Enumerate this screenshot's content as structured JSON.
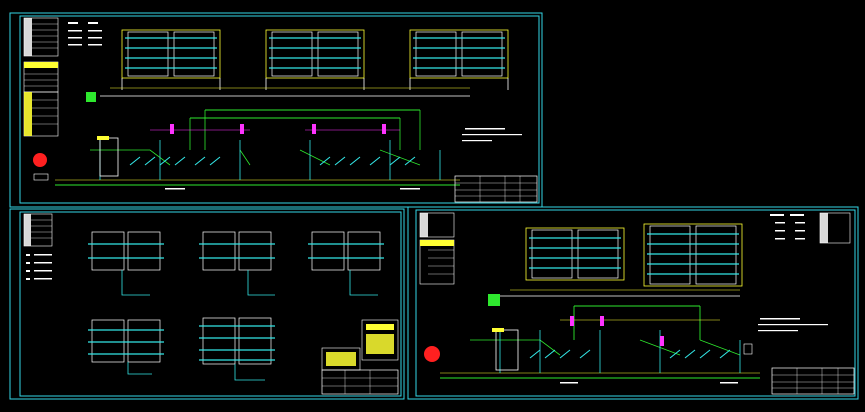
{
  "app": {
    "title": "",
    "view": "model-space"
  },
  "drawing": {
    "background": "#000000",
    "colors": {
      "frame": "#33d6e6",
      "pipe_green": "#2ee82e",
      "pipe_yellow": "#ffff33",
      "pipe_magenta": "#ff33ff",
      "pipe_white": "#ffffff",
      "pipe_cyan": "#33e6e6",
      "device_red": "#ff2020"
    },
    "sheets": [
      {
        "id": "sheet-top-left",
        "name": "system-diagram-main"
      },
      {
        "id": "sheet-bottom-left",
        "name": "unit-schematics"
      },
      {
        "id": "sheet-bottom-right",
        "name": "system-diagram-secondary"
      }
    ]
  }
}
